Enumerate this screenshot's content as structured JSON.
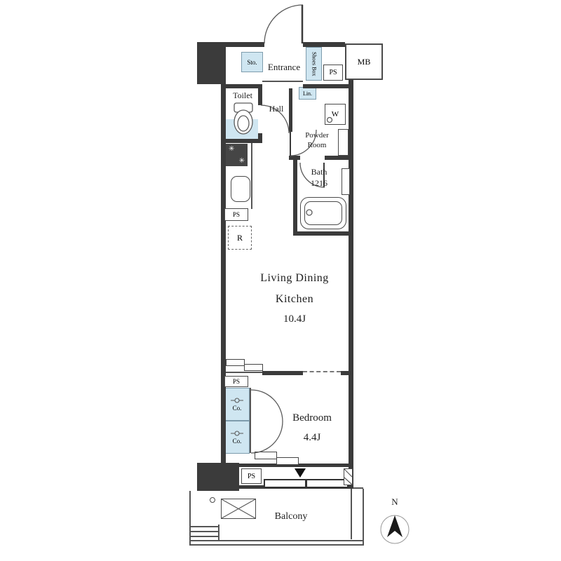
{
  "meta": {
    "type": "apartment-floor-plan"
  },
  "colors": {
    "wall": "#3b3b3b",
    "closet_blue": "#cfe6f1",
    "line": "#555555"
  },
  "icons": {
    "burner": "✳"
  },
  "rooms": {
    "entrance": "Entrance",
    "storage": "Sto.",
    "shoes_box": "Shoes Box",
    "meter_box": "MB",
    "pipe_space": "PS",
    "toilet": "Toilet",
    "hall": "Hall",
    "linen": "Lin.",
    "washer": "W",
    "powder_line1": "Powder",
    "powder_line2": "Room",
    "bath": "Bath",
    "bath_size": "1216",
    "refrigerator": "R",
    "ldk_line1": "Living Dining",
    "ldk_line2": "Kitchen",
    "ldk_size": "10.4J",
    "closet": "Co.",
    "bedroom": "Bedroom",
    "bedroom_size": "4.4J",
    "balcony": "Balcony",
    "compass_north": "N"
  }
}
